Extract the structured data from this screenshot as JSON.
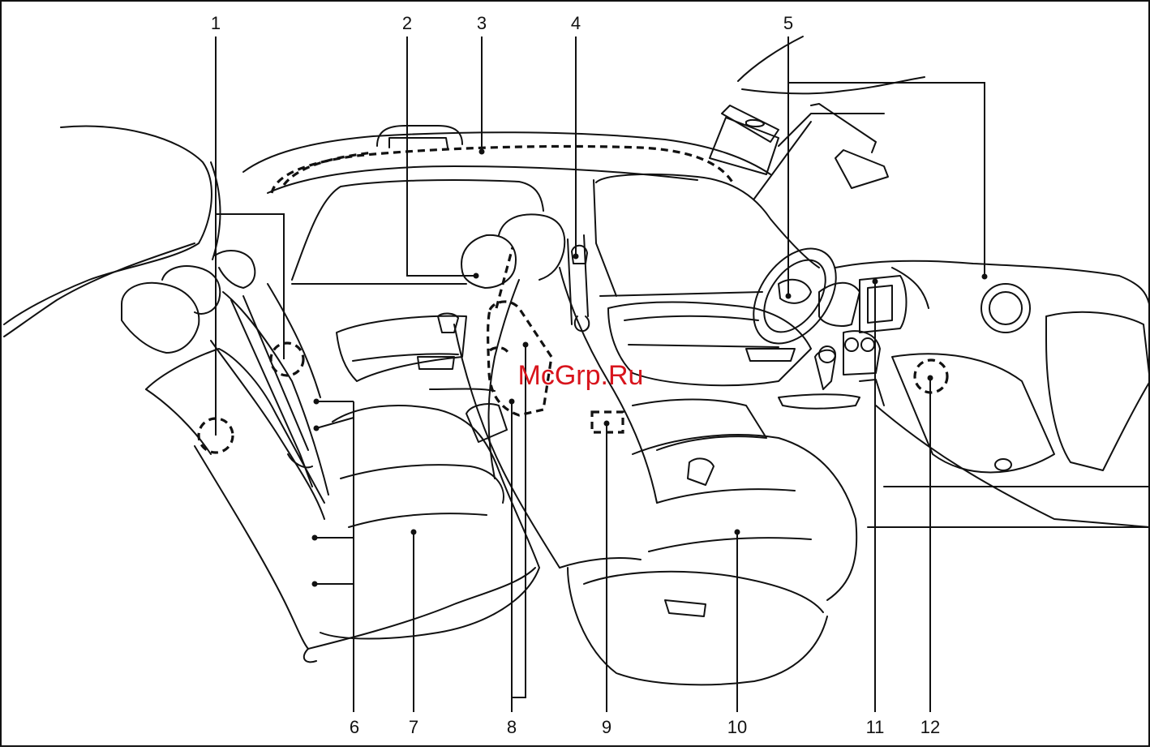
{
  "diagram": {
    "callouts": [
      {
        "id": "c1",
        "label": "1"
      },
      {
        "id": "c2",
        "label": "2"
      },
      {
        "id": "c3",
        "label": "3"
      },
      {
        "id": "c4",
        "label": "4"
      },
      {
        "id": "c5",
        "label": "5"
      },
      {
        "id": "c6",
        "label": "6"
      },
      {
        "id": "c7",
        "label": "7"
      },
      {
        "id": "c8",
        "label": "8"
      },
      {
        "id": "c9",
        "label": "9"
      },
      {
        "id": "c10",
        "label": "10"
      },
      {
        "id": "c11",
        "label": "11"
      },
      {
        "id": "c12",
        "label": "12"
      }
    ],
    "watermark": "McGrp.Ru"
  },
  "colors": {
    "line": "#111111",
    "watermark": "#d8141c",
    "background": "#ffffff"
  }
}
